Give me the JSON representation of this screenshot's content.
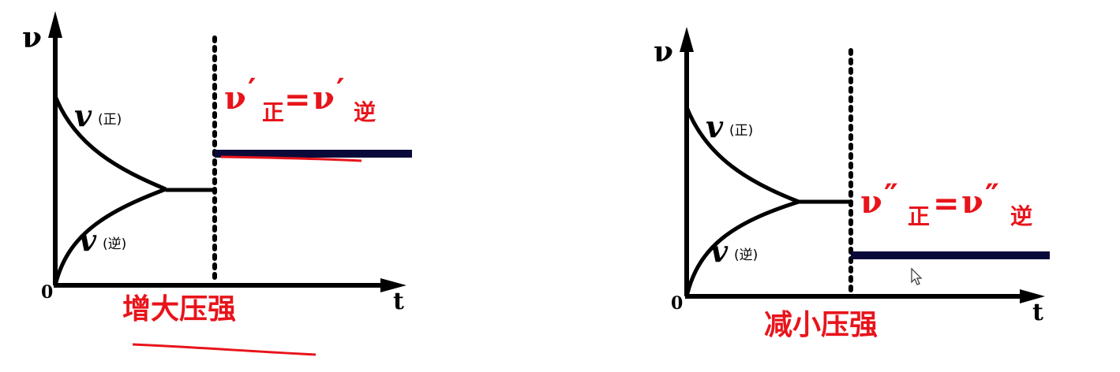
{
  "colors": {
    "axis": "#000000",
    "rate_line": "#0a0a3a",
    "annotation": "#e8141b",
    "ink": "#e8141b"
  },
  "icons": {
    "cursor": "arrow-cursor-icon"
  },
  "left_panel": {
    "y_label": "ν",
    "x_label": "t",
    "origin": "0",
    "forward_label": {
      "main": "v",
      "sub": "(正)"
    },
    "reverse_label": {
      "main": "v",
      "sub": "(逆)"
    },
    "equation": {
      "v": "ν",
      "prime": "′",
      "sub_forward": "正",
      "equals": "=",
      "sub_reverse": "逆"
    },
    "caption": "增大压强"
  },
  "right_panel": {
    "y_label": "ν",
    "x_label": "t",
    "origin": "0",
    "forward_label": {
      "main": "v",
      "sub": "(正)"
    },
    "reverse_label": {
      "main": "v",
      "sub": "(逆)"
    },
    "equation": {
      "v": "ν",
      "prime": "″",
      "sub_forward": "正",
      "equals": "=",
      "sub_reverse": "逆"
    },
    "caption": "减小压强"
  }
}
